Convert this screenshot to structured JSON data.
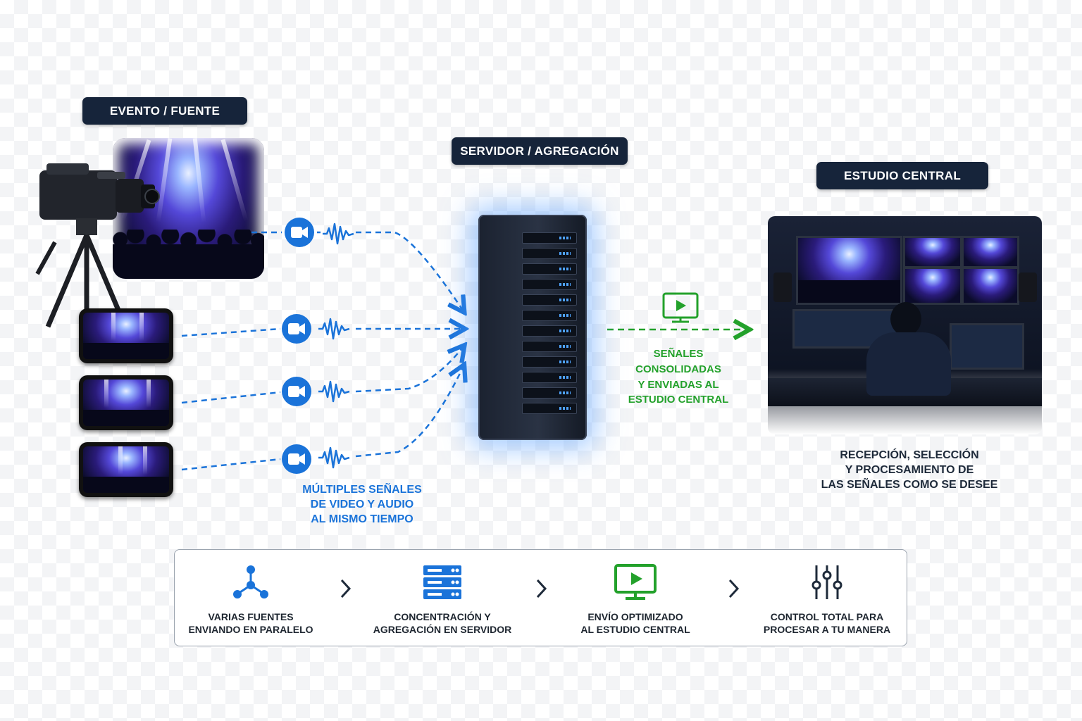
{
  "stages": {
    "source": "EVENTO / FUENTE",
    "server": "SERVIDOR / AGREGACIÓN",
    "studio": "ESTUDIO CENTRAL"
  },
  "captions": {
    "multi": [
      "MÚLTIPLES SEÑALES",
      "DE VIDEO Y AUDIO",
      "AL MISMO TIEMPO"
    ],
    "sent": [
      "SEÑALES",
      "CONSOLIDADAS",
      "Y ENVIADAS AL",
      "ESTUDIO CENTRAL"
    ],
    "studio": [
      "RECEPCIÓN, SELECCIÓN",
      "Y PROCESAMIENTO DE",
      "LAS SEÑALES COMO SE DESEE"
    ]
  },
  "steps": [
    {
      "line1": "VARIAS FUENTES",
      "line2": "ENVIANDO EN PARALELO",
      "icon": "network-nodes-icon"
    },
    {
      "line1": "CONCENTRACIÓN Y",
      "line2": "AGREGACIÓN EN SERVIDOR",
      "icon": "server-stack-icon"
    },
    {
      "line1": "ENVÍO OPTIMIZADO",
      "line2": "AL ESTUDIO CENTRAL",
      "icon": "monitor-play-icon"
    },
    {
      "line1": "CONTROL TOTAL PARA",
      "line2": "PROCESAR A TU MANERA",
      "icon": "sliders-icon"
    }
  ],
  "colors": {
    "label_bg": "#16243a",
    "blue": "#1a73d9",
    "green": "#23a12b",
    "dark_text": "#1e2a3a"
  }
}
